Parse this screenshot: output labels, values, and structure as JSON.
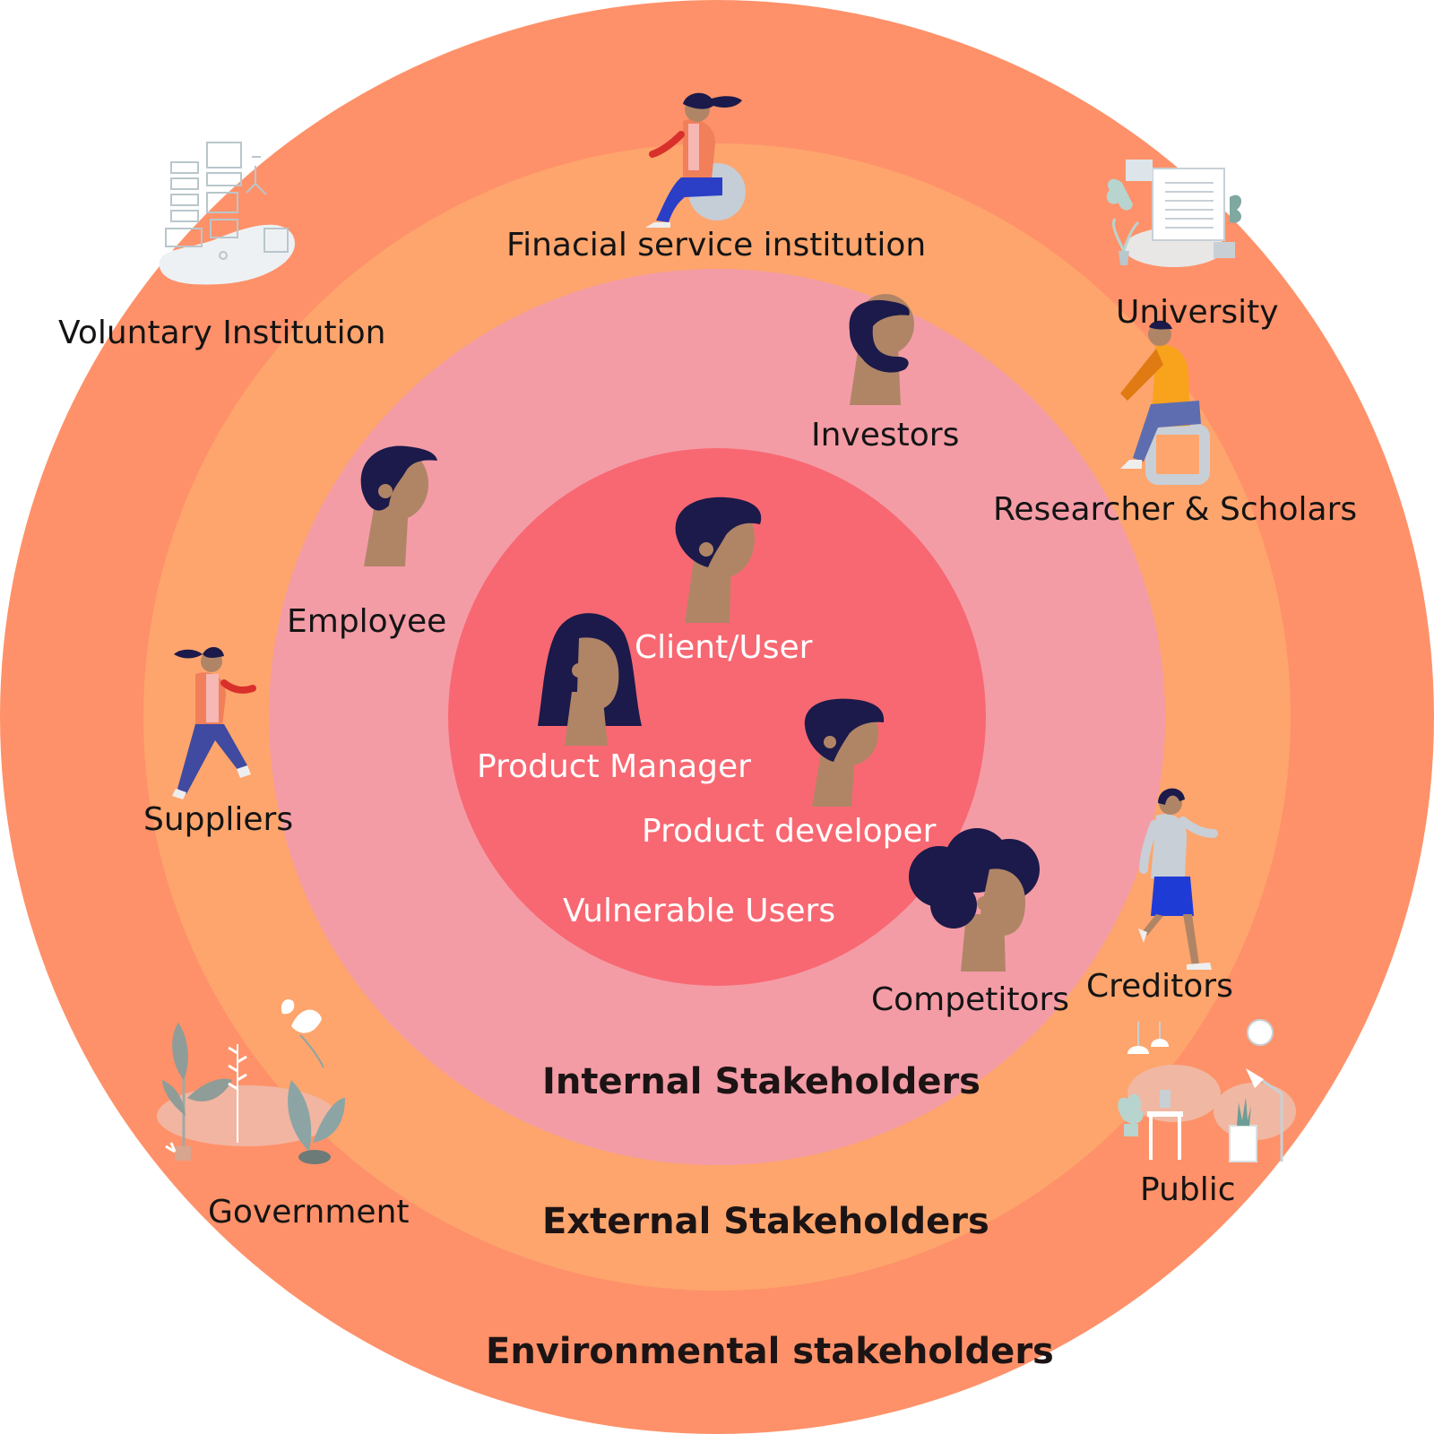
{
  "colors": {
    "environmental_ring": "#fe9169",
    "external_ring": "#fda56d",
    "internal_ring": "#f39ca6",
    "core": "#f86872",
    "skin": "#b08566",
    "hair": "#1b1a4a"
  },
  "rings": {
    "environmental": "Environmental stakeholders",
    "external": "External Stakeholders",
    "internal": "Internal Stakeholders",
    "core": "Vulnerable Users"
  },
  "stakeholders": {
    "client_user": "Client/User",
    "product_manager": "Product Manager",
    "product_developer": "Product developer",
    "employee": "Employee",
    "investors": "Investors",
    "competitors": "Competitors",
    "financial_service": "Finacial service institution",
    "researchers": "Researcher & Scholars",
    "suppliers": "Suppliers",
    "creditors": "Creditors",
    "voluntary": "Voluntary Institution",
    "university": "University",
    "government": "Government",
    "public": "Public"
  },
  "illustrations": [
    "person-head-icon",
    "woman-sitting-on-ball-icon",
    "man-sitting-icon",
    "woman-running-icon",
    "woman-walking-icon",
    "dashboard-sketch-icon",
    "charts-board-icon",
    "plants-icon",
    "room-interior-icon"
  ]
}
